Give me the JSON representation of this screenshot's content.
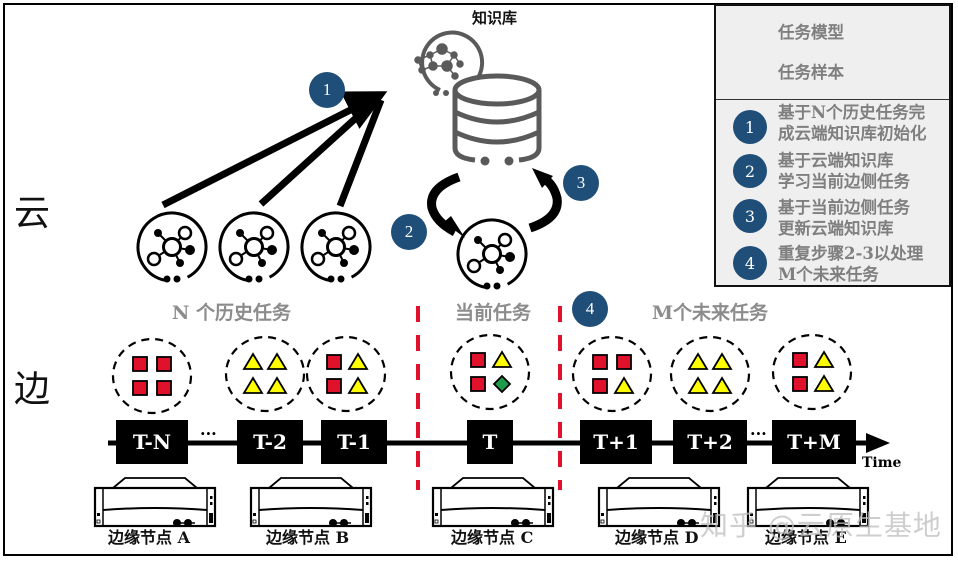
{
  "side_labels": {
    "cloud": "云",
    "edge": "边"
  },
  "knowledge_base": {
    "title": "知识库"
  },
  "sections": {
    "history": "N 个历史任务",
    "current": "当前任务",
    "future": "M个未来任务"
  },
  "steps": [
    {
      "number": "1",
      "text_line1": "基于N个历史任务完",
      "text_line2": "成云端知识库初始化"
    },
    {
      "number": "2",
      "text_line1": "基于云端知识库",
      "text_line2": "学习当前边侧任务"
    },
    {
      "number": "3",
      "text_line1": "基于当前边侧任务",
      "text_line2": "更新云端知识库"
    },
    {
      "number": "4",
      "text_line1": "重复步骤2-3以处理",
      "text_line2": "M个未来任务"
    }
  ],
  "legend": {
    "task_model": "任务模型",
    "task_sample": "任务样本"
  },
  "timeline": {
    "tasks": [
      {
        "label": "T-N",
        "samples": [
          "square",
          "square",
          "square",
          "square"
        ]
      },
      {
        "label": "T-2",
        "samples": [
          "triangle",
          "triangle",
          "triangle",
          "triangle"
        ]
      },
      {
        "label": "T-1",
        "samples": [
          "square",
          "triangle",
          "square",
          "triangle"
        ]
      },
      {
        "label": "T",
        "samples": [
          "square",
          "triangle",
          "square",
          "diamond"
        ]
      },
      {
        "label": "T+1",
        "samples": [
          "square",
          "square",
          "square",
          "triangle"
        ]
      },
      {
        "label": "T+2",
        "samples": [
          "triangle",
          "triangle",
          "triangle",
          "triangle"
        ]
      },
      {
        "label": "T+M",
        "samples": [
          "square",
          "triangle",
          "square",
          "triangle"
        ]
      }
    ],
    "ellipsis": "...",
    "axis_label": "Time"
  },
  "edge_nodes": [
    {
      "label": "边缘节点 A"
    },
    {
      "label": "边缘节点 B"
    },
    {
      "label": "边缘节点 C"
    },
    {
      "label": "边缘节点 D"
    },
    {
      "label": "边缘节点 E"
    }
  ],
  "colors": {
    "badge": "#1f4e79",
    "square": "#e0112b",
    "triangle": "#ffff00",
    "diamond": "#1e9b4c",
    "divider": "#e0112b",
    "section_text": "#8c8c8c",
    "legend_bg": "#efefef"
  },
  "watermark": "知乎 @云原生基地"
}
